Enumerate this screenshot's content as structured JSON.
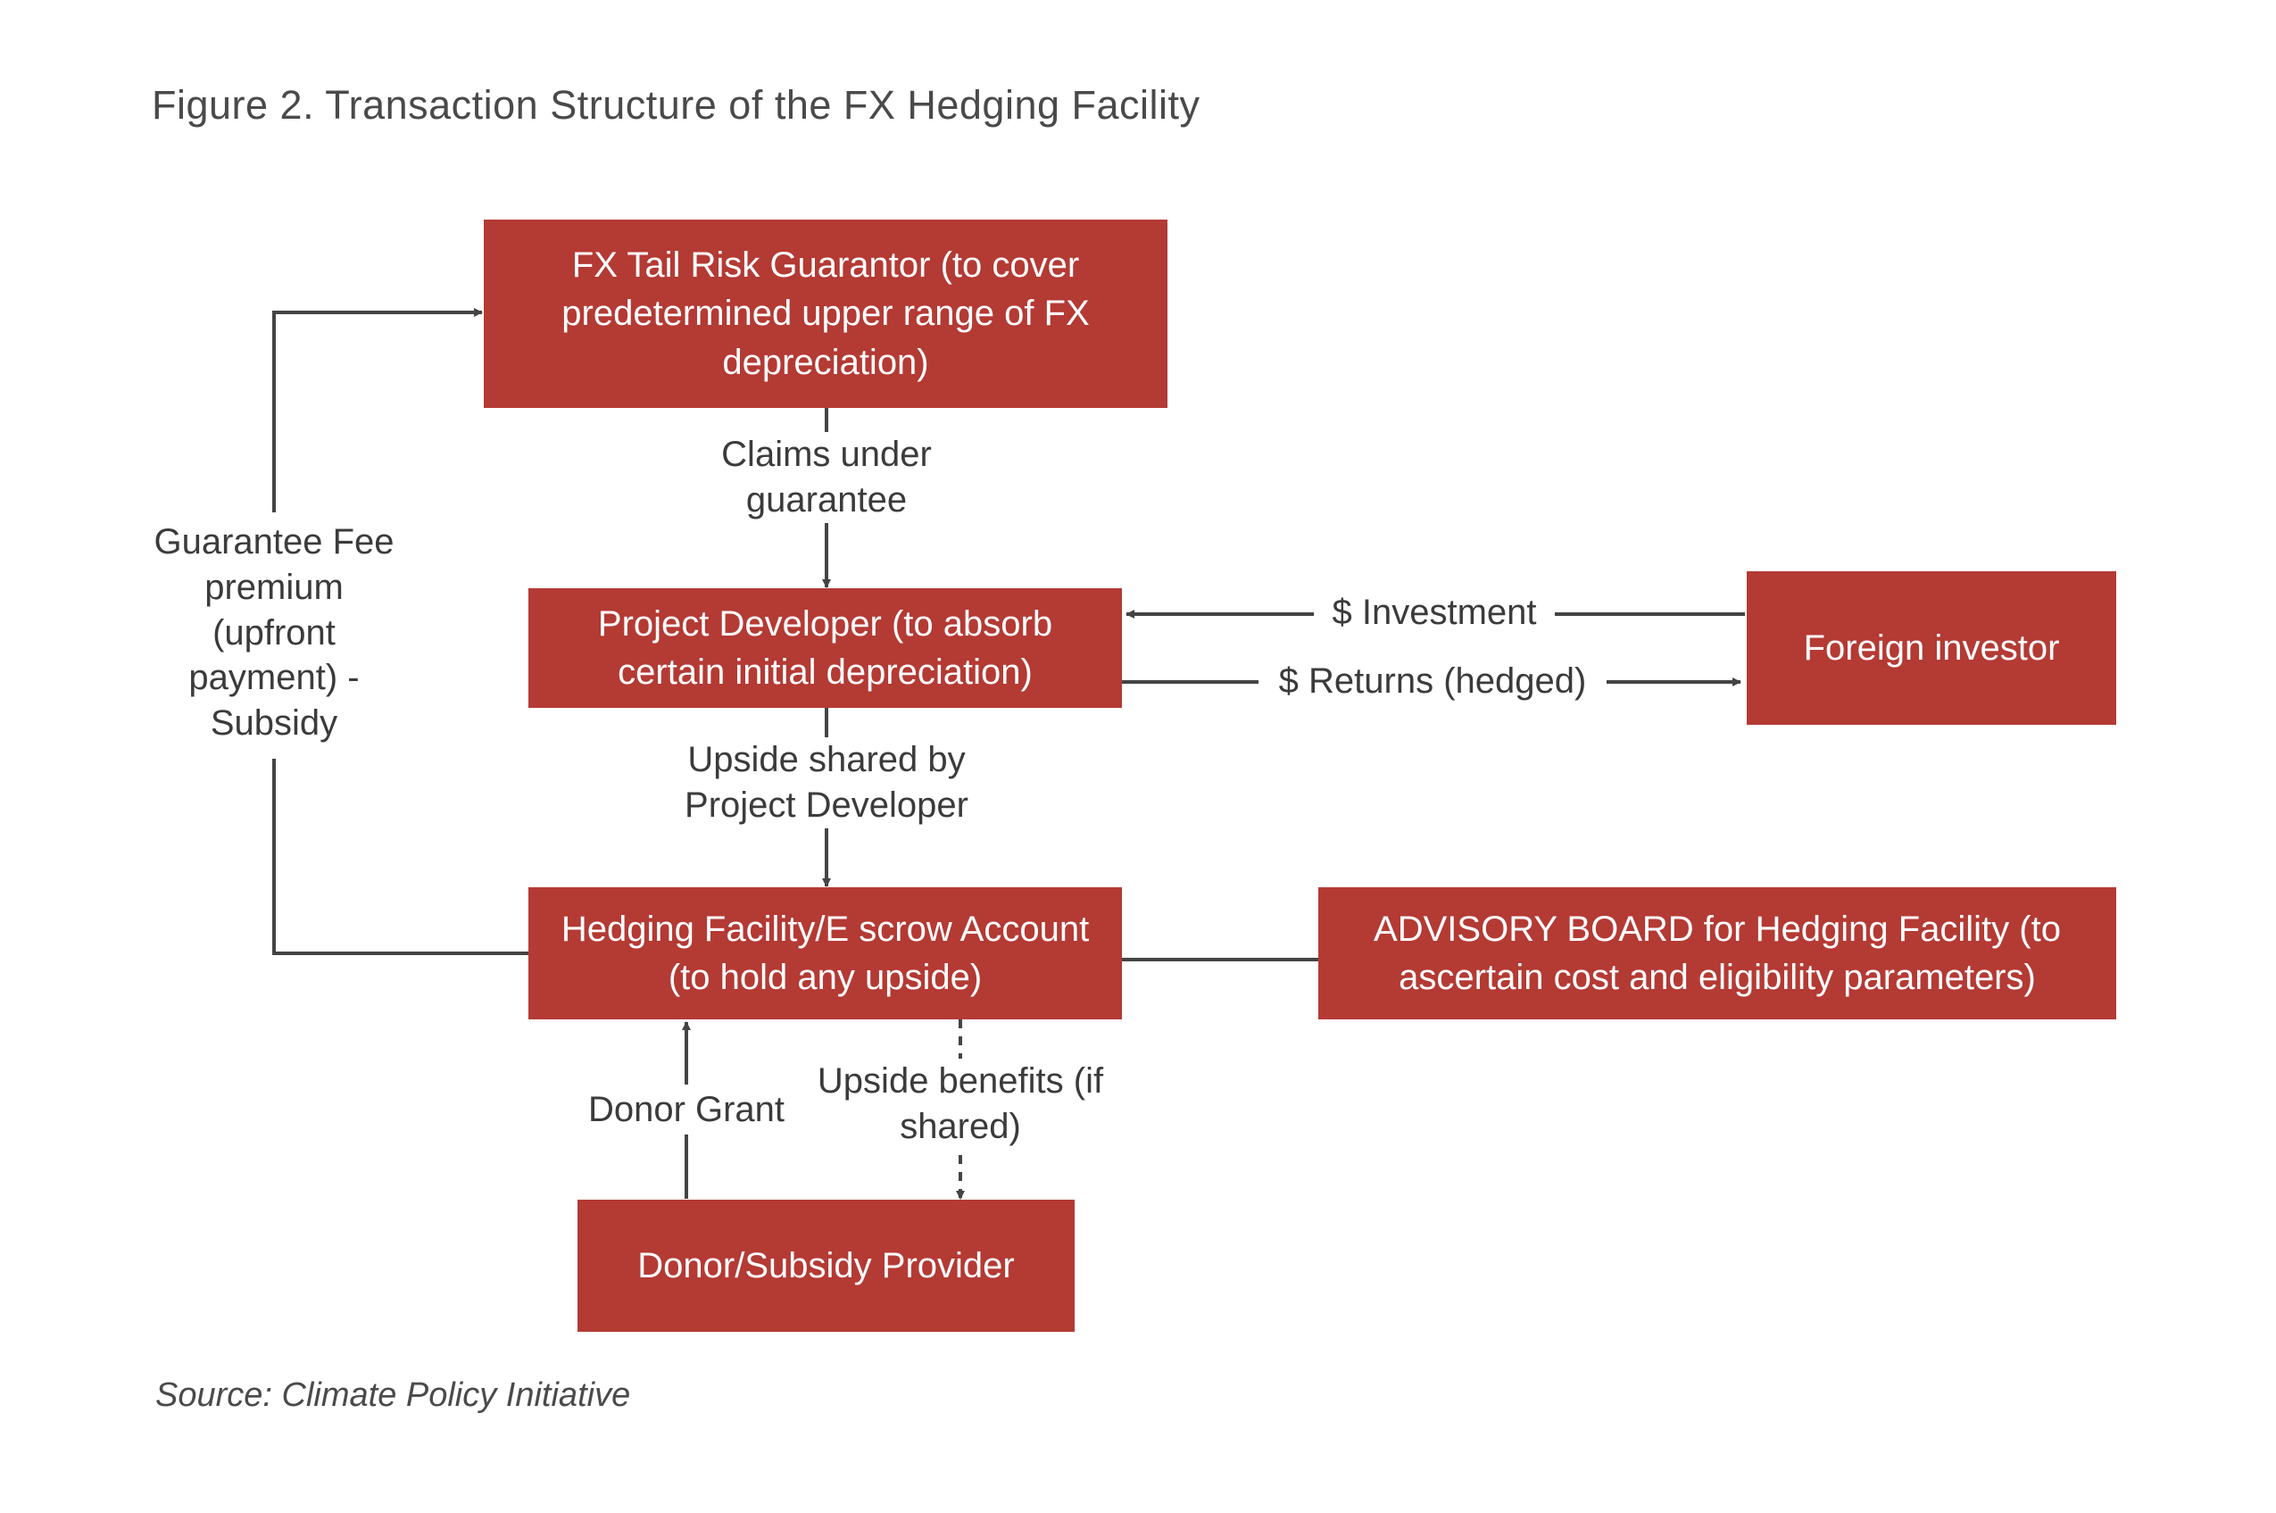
{
  "title": "Figure 2. Transaction Structure of the FX Hedging Facility",
  "source": "Source: Climate Policy Initiative",
  "boxes": {
    "guarantor": "FX Tail Risk Guarantor (to cover predetermined upper range of FX depreciation)",
    "developer": "Project Developer (to absorb certain initial depreciation)",
    "investor": "Foreign investor",
    "facility": "Hedging Facility/E scrow Account (to hold any upside)",
    "board": "ADVISORY BOARD for Hedging Facility (to ascertain cost and eligibility parameters)",
    "donor": "Donor/Subsidy Provider"
  },
  "labels": {
    "claims": "Claims under guarantee",
    "investment": "$ Investment",
    "returns": "$ Returns (hedged)",
    "upside_shared": "Upside shared by Project Developer",
    "guarantee_fee": "Guarantee Fee premium (upfront payment) - Subsidy",
    "donor_grant": "Donor Grant",
    "upside_benefits": "Upside benefits (if shared)"
  },
  "colors": {
    "box_fill": "#b43a34",
    "box_text": "#ffffff",
    "connector": "#444444"
  }
}
